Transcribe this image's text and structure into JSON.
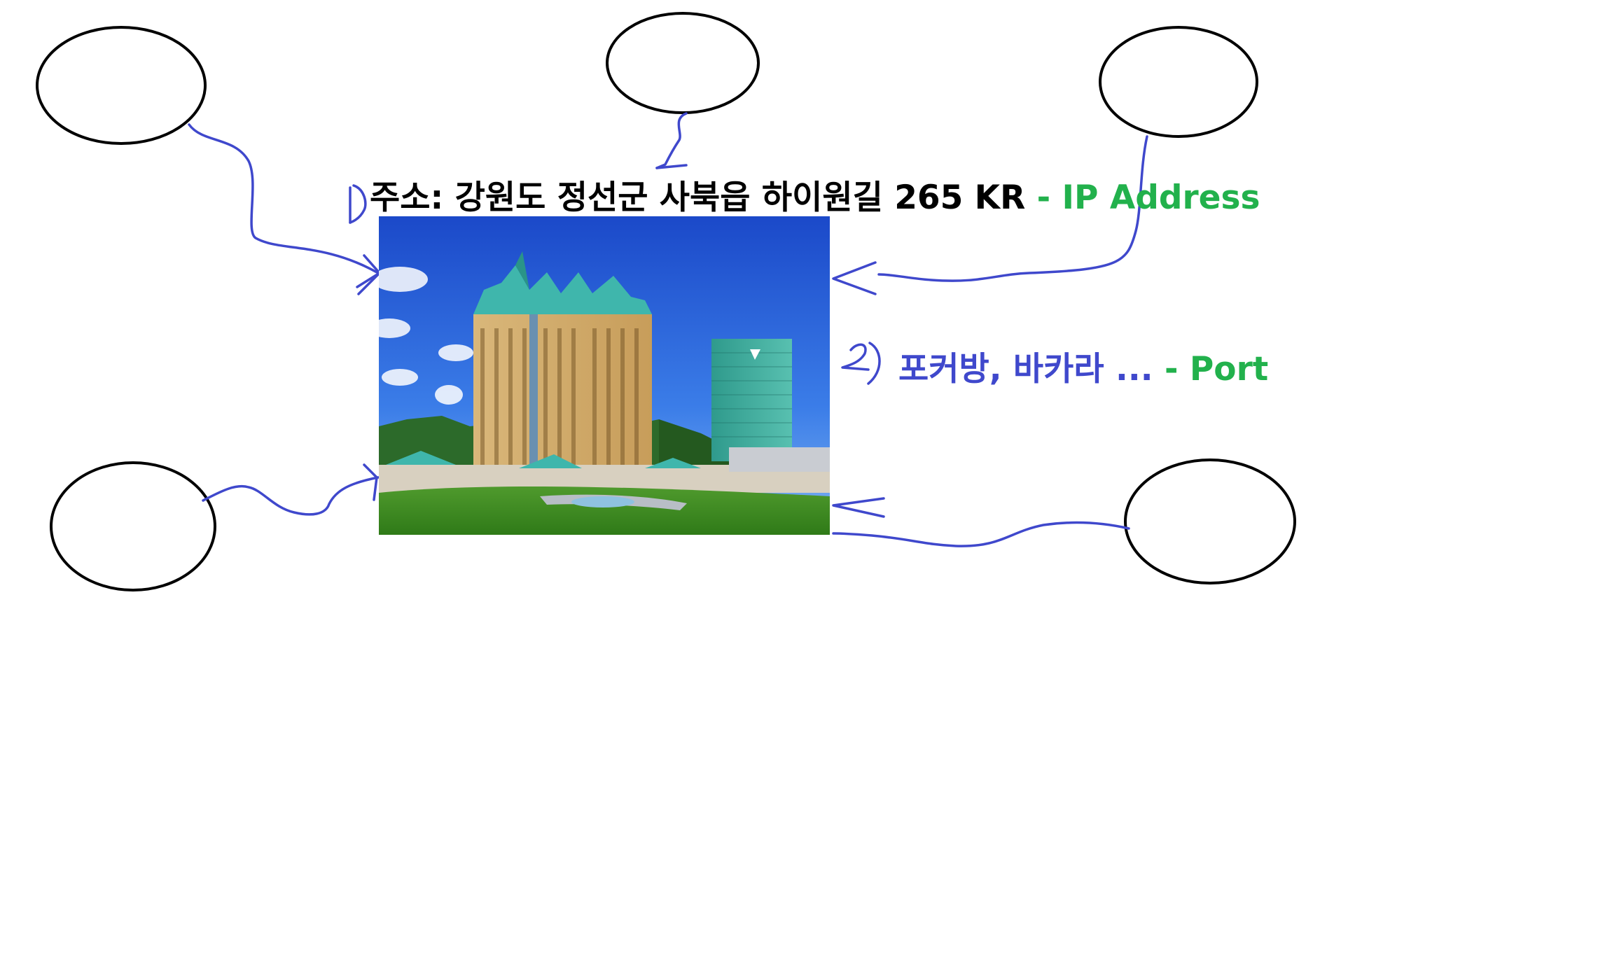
{
  "address": {
    "label": "주소: 강원도 정선군 사북읍 하이원길 265 KR",
    "tag": "- IP Address"
  },
  "services": {
    "label": "포커방, 바카라 ...",
    "tag": "- Port"
  },
  "numbering": [
    "1)",
    "2)"
  ],
  "colors": {
    "ink_blue": "#3f48cc",
    "green": "#22b14c",
    "black": "#000000"
  }
}
